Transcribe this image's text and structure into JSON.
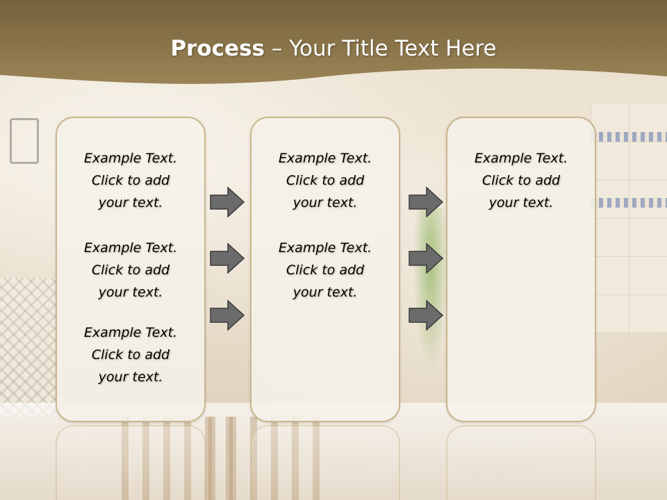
{
  "header": {
    "title_bold": "Process",
    "title_rest": " – Your Title Text Here",
    "band_color": "#8b7448"
  },
  "panels": [
    {
      "blocks": [
        [
          "Example Text.",
          "Click  to add",
          "your text."
        ],
        [
          "Example Text.",
          "Click  to add",
          "your text."
        ],
        [
          "Example Text.",
          "Click  to add",
          "your text."
        ]
      ]
    },
    {
      "blocks": [
        [
          "Example Text.",
          "Click  to add",
          "your text."
        ],
        [
          "Example Text.",
          "Click  to add",
          "your text."
        ]
      ]
    },
    {
      "blocks": [
        [
          "Example Text.",
          "Click  to add",
          "your text."
        ]
      ]
    }
  ],
  "arrows": {
    "icon": "right-arrow-icon",
    "fill_color": "#6b6b6b",
    "stroke_color": "#3a3a3a"
  }
}
